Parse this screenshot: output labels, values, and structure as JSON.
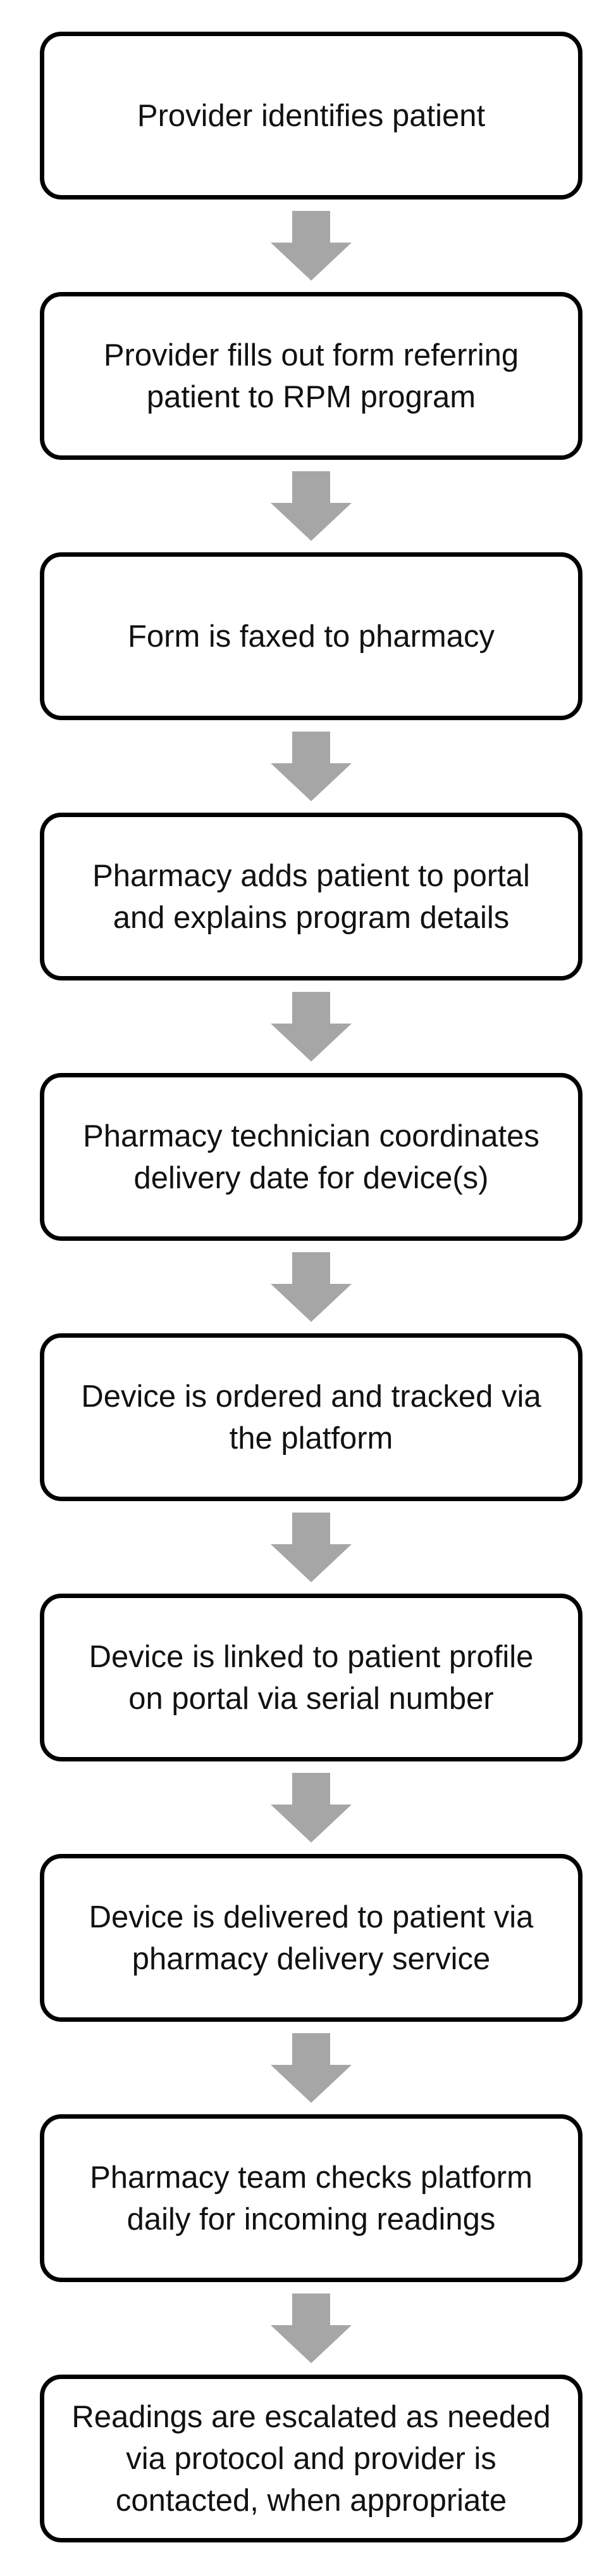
{
  "diagram": {
    "steps": [
      "Provider identifies patient",
      "Provider fills out form referring patient to RPM program",
      "Form is faxed to pharmacy",
      "Pharmacy adds patient to portal and explains program details",
      "Pharmacy technician coordinates delivery date for device(s)",
      "Device is ordered and tracked via the platform",
      "Device is linked to patient profile on portal via serial number",
      "Device is delivered to patient via pharmacy delivery service",
      "Pharmacy team checks platform daily for incoming readings",
      "Readings are escalated as needed via protocol and provider is contacted, when appropriate"
    ],
    "colors": {
      "box_border": "#000000",
      "box_fill": "#ffffff",
      "text": "#111111",
      "arrow": "#a6a6a6"
    }
  }
}
